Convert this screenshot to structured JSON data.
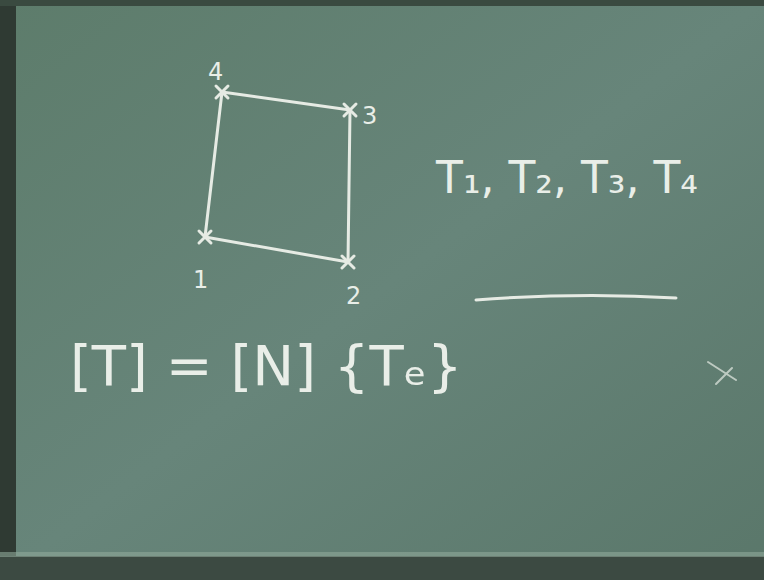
{
  "diagram": {
    "labels": [
      "4",
      "3",
      "1",
      "2",
      "T₁, T₂, T₃, T₄",
      "[T] = [N] {Tₑ}"
    ]
  }
}
